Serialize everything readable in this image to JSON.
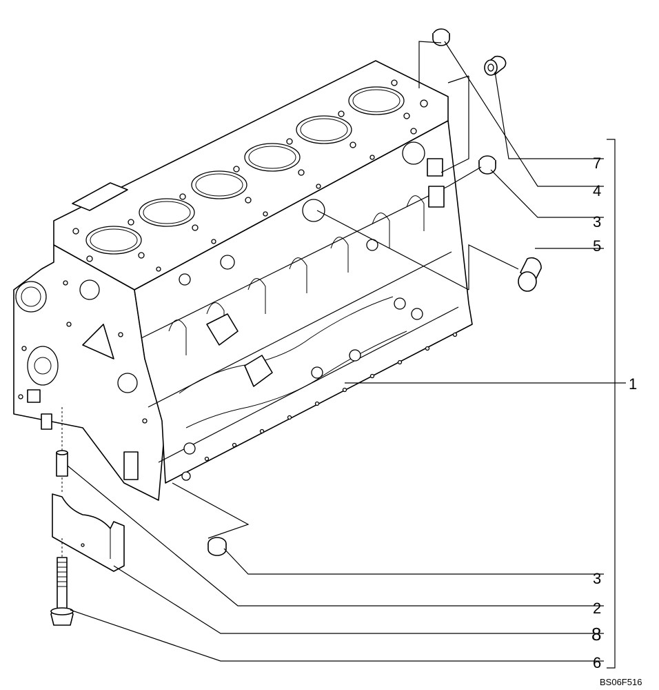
{
  "figure_code": "BS06F516",
  "callouts": {
    "c1": "1",
    "c2": "2",
    "c3a": "3",
    "c3b": "3",
    "c4": "4",
    "c5": "5",
    "c6": "6",
    "c7": "7",
    "c8": "8"
  }
}
